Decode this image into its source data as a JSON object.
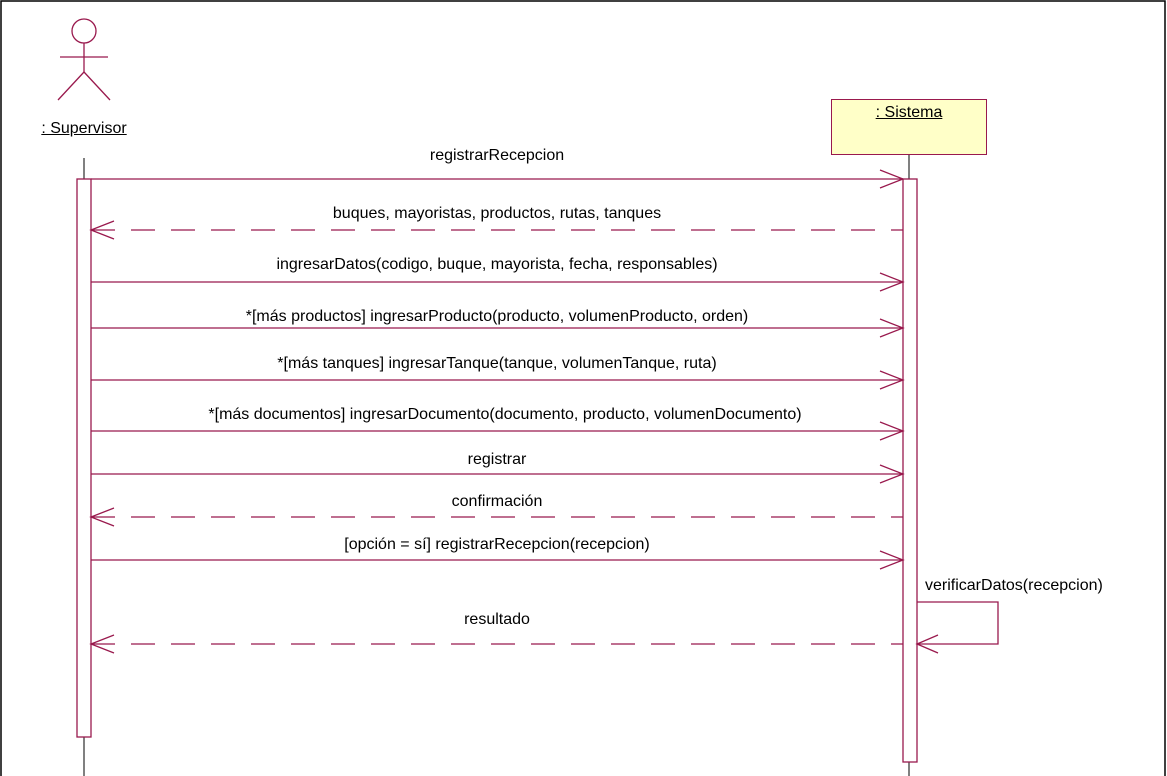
{
  "actor": {
    "name": ": Supervisor"
  },
  "system": {
    "name": ": Sistema"
  },
  "messages": [
    {
      "id": "m1",
      "label": "registrarRecepcion",
      "kind": "call"
    },
    {
      "id": "m2",
      "label": "buques, mayoristas, productos, rutas, tanques",
      "kind": "return"
    },
    {
      "id": "m3",
      "label": "ingresarDatos(codigo, buque, mayorista, fecha, responsables)",
      "kind": "call"
    },
    {
      "id": "m4",
      "label": "*[más productos] ingresarProducto(producto, volumenProducto, orden)",
      "kind": "call"
    },
    {
      "id": "m5",
      "label": "*[más tanques] ingresarTanque(tanque, volumenTanque, ruta)",
      "kind": "call"
    },
    {
      "id": "m6",
      "label": "*[más documentos] ingresarDocumento(documento, producto, volumenDocumento)",
      "kind": "call"
    },
    {
      "id": "m7",
      "label": "registrar",
      "kind": "call"
    },
    {
      "id": "m8",
      "label": "confirmación",
      "kind": "return"
    },
    {
      "id": "m9",
      "label": "[opción = sí] registrarRecepcion(recepcion)",
      "kind": "call"
    },
    {
      "id": "m10",
      "label": "verificarDatos(recepcion)",
      "kind": "self"
    },
    {
      "id": "m11",
      "label": "resultado",
      "kind": "return"
    }
  ],
  "colors": {
    "line": "#99194d",
    "system_box_fill": "#ffffc8",
    "frame": "#000000"
  }
}
